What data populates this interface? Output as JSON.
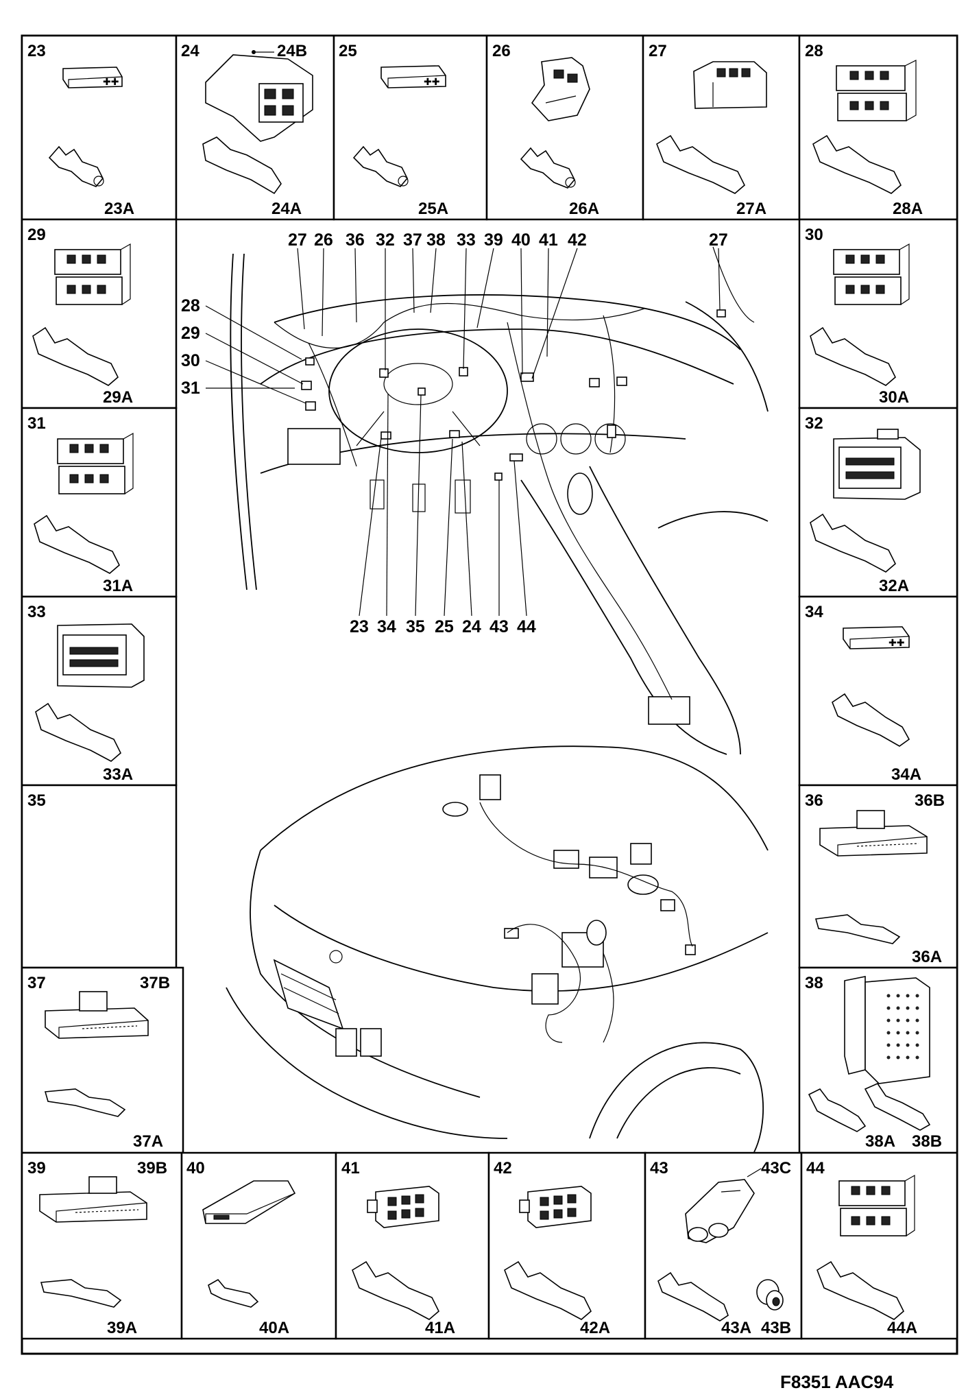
{
  "figure_code": "F8351 AAC94",
  "cells": [
    {
      "num": "23",
      "sub": [
        "23A"
      ]
    },
    {
      "num": "24",
      "sub": [
        "24A"
      ],
      "extra": "24B"
    },
    {
      "num": "25",
      "sub": [
        "25A"
      ]
    },
    {
      "num": "26",
      "sub": [
        "26A"
      ]
    },
    {
      "num": "27",
      "sub": [
        "27A"
      ]
    },
    {
      "num": "28",
      "sub": [
        "28A"
      ]
    },
    {
      "num": "29",
      "sub": [
        "29A"
      ]
    },
    {
      "num": "30",
      "sub": [
        "30A"
      ]
    },
    {
      "num": "31",
      "sub": [
        "31A"
      ]
    },
    {
      "num": "32",
      "sub": [
        "32A"
      ]
    },
    {
      "num": "33",
      "sub": [
        "33A"
      ]
    },
    {
      "num": "34",
      "sub": [
        "34A"
      ]
    },
    {
      "num": "35",
      "sub": []
    },
    {
      "num": "36",
      "sub": [
        "36A"
      ],
      "extra": "36B"
    },
    {
      "num": "37",
      "sub": [
        "37A"
      ],
      "extra": "37B"
    },
    {
      "num": "38",
      "sub": [
        "38A",
        "38B"
      ]
    },
    {
      "num": "39",
      "sub": [
        "39A"
      ],
      "extra": "39B"
    },
    {
      "num": "40",
      "sub": [
        "40A"
      ]
    },
    {
      "num": "41",
      "sub": [
        "41A"
      ]
    },
    {
      "num": "42",
      "sub": [
        "42A"
      ]
    },
    {
      "num": "43",
      "sub": [
        "43A",
        "43B"
      ],
      "extra": "43C"
    },
    {
      "num": "44",
      "sub": [
        "44A"
      ]
    }
  ],
  "callouts": {
    "top": [
      "27",
      "26",
      "36",
      "32",
      "37",
      "38",
      "33",
      "39",
      "40",
      "41",
      "42"
    ],
    "top_right": "27",
    "left": [
      "28",
      "29",
      "30",
      "31"
    ],
    "bottom": [
      "23",
      "34",
      "35",
      "25",
      "24",
      "43",
      "44"
    ]
  }
}
